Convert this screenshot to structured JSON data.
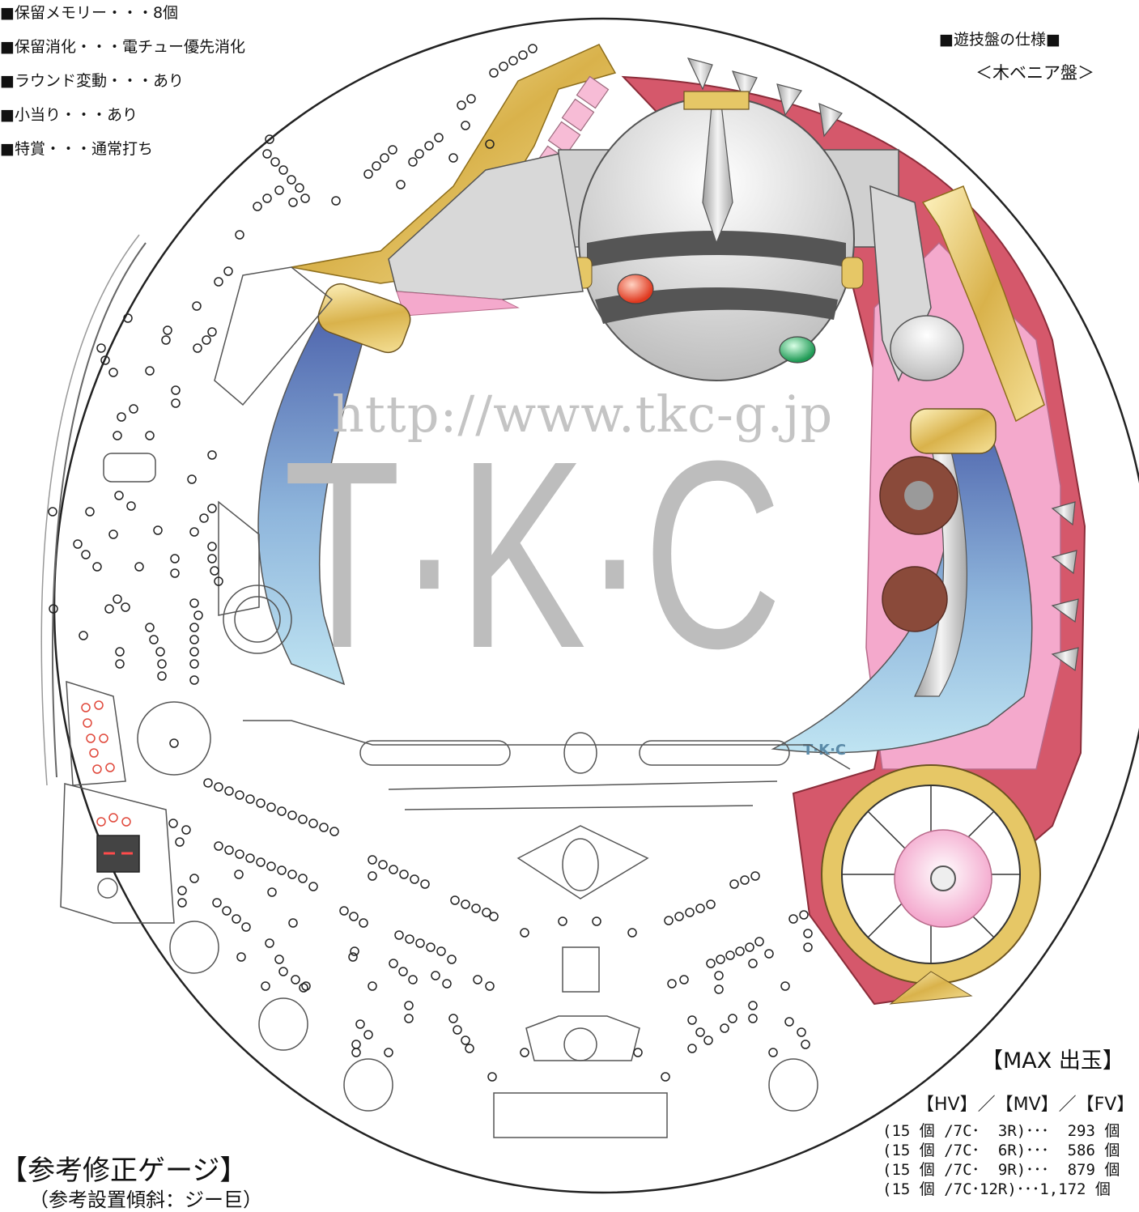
{
  "specs": {
    "items": [
      "■保留メモリー・・・8個",
      "■保留消化・・・電チュー優先消化",
      "■ラウンド変動・・・あり",
      "■小当り・・・あり",
      "■特賞・・・通常打ち"
    ]
  },
  "board_spec": {
    "title": "■遊技盤の仕様■",
    "type": "＜木ベニア盤＞"
  },
  "watermark": {
    "url": "http://www.tkc-g.jp",
    "logo": "T·K·C",
    "small": "T·K·C"
  },
  "max_payout": {
    "title": "【MAX 出玉】",
    "subtitle": "【HV】／【MV】／【FV】",
    "rows": [
      "(15 個 /7C･  3R)･･･  293 個",
      "(15 個 /7C･  6R)･･･  586 個",
      "(15 個 /7C･  9R)･･･  879 個",
      "(15 個 /7C･12R)･･･1,172 個"
    ]
  },
  "gauge": {
    "title": "【参考修正ゲージ】",
    "subtitle": "（参考設置傾斜：ジー巨）"
  },
  "colors": {
    "gold": "#e6c766",
    "pink": "#f4a9cc",
    "crimson": "#d5586b",
    "blue_top": "#4d63ac",
    "blue_bottom": "#bfe4f2",
    "silver": "#cfcfcf",
    "brown": "#8a4a3a",
    "lamp_red": "#e84b2e",
    "lamp_green": "#2fa760"
  }
}
